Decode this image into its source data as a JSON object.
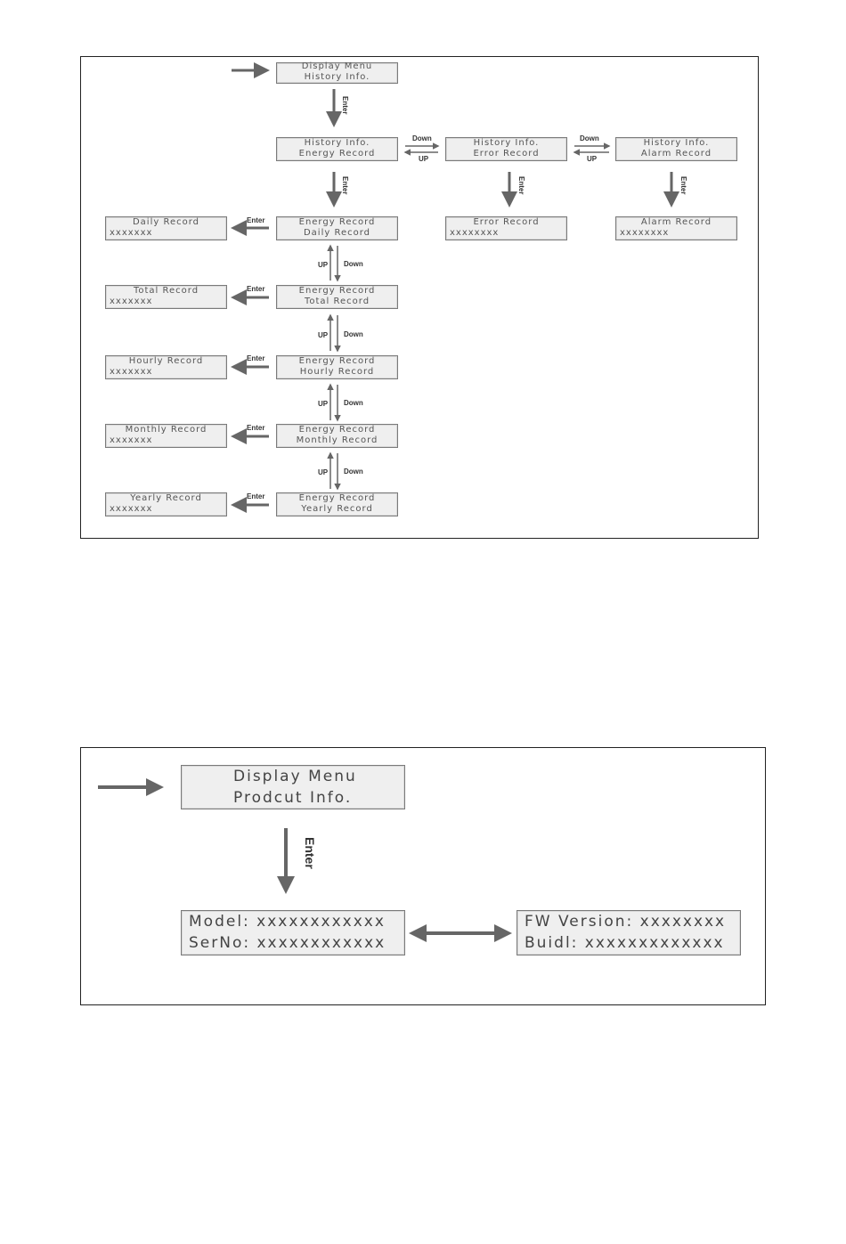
{
  "history_diagram": {
    "entry_box": {
      "line1": "Display Menu",
      "line2": "History Info."
    },
    "top_row": [
      {
        "line1": "History Info.",
        "line2": "Energy Record"
      },
      {
        "line1": "History Info.",
        "line2": "Error Record"
      },
      {
        "line1": "History Info.",
        "line2": "Alarm Record"
      }
    ],
    "energy_menu": [
      {
        "line1": "Energy Record",
        "line2": "Daily Record"
      },
      {
        "line1": "Energy Record",
        "line2": "Total Record"
      },
      {
        "line1": "Energy Record",
        "line2": "Hourly Record"
      },
      {
        "line1": "Energy Record",
        "line2": "Monthly Record"
      },
      {
        "line1": "Energy Record",
        "line2": "Yearly Record"
      }
    ],
    "record_details": [
      {
        "line1": "Daily Record",
        "line2": "xxxxxxx"
      },
      {
        "line1": "Total Record",
        "line2": "xxxxxxx"
      },
      {
        "line1": "Hourly Record",
        "line2": "xxxxxxx"
      },
      {
        "line1": "Monthly Record",
        "line2": "xxxxxxx"
      },
      {
        "line1": "Yearly Record",
        "line2": "xxxxxxx"
      }
    ],
    "error_detail": {
      "line1": "Error Record",
      "line2": "xxxxxxxx"
    },
    "alarm_detail": {
      "line1": "Alarm Record",
      "line2": "xxxxxxxx"
    },
    "labels": {
      "enter": "Enter",
      "down": "Down",
      "up": "UP"
    }
  },
  "product_diagram": {
    "entry_box": {
      "line1": "Display Menu",
      "line2": "Prodcut Info."
    },
    "model_box": {
      "line1": "Model: xxxxxxxxxxxx",
      "line2": "SerNo: xxxxxxxxxxxx"
    },
    "fw_box": {
      "line1": "FW Version: xxxxxxxx",
      "line2": "Buidl: xxxxxxxxxxxxx"
    },
    "labels": {
      "enter": "Enter"
    }
  }
}
